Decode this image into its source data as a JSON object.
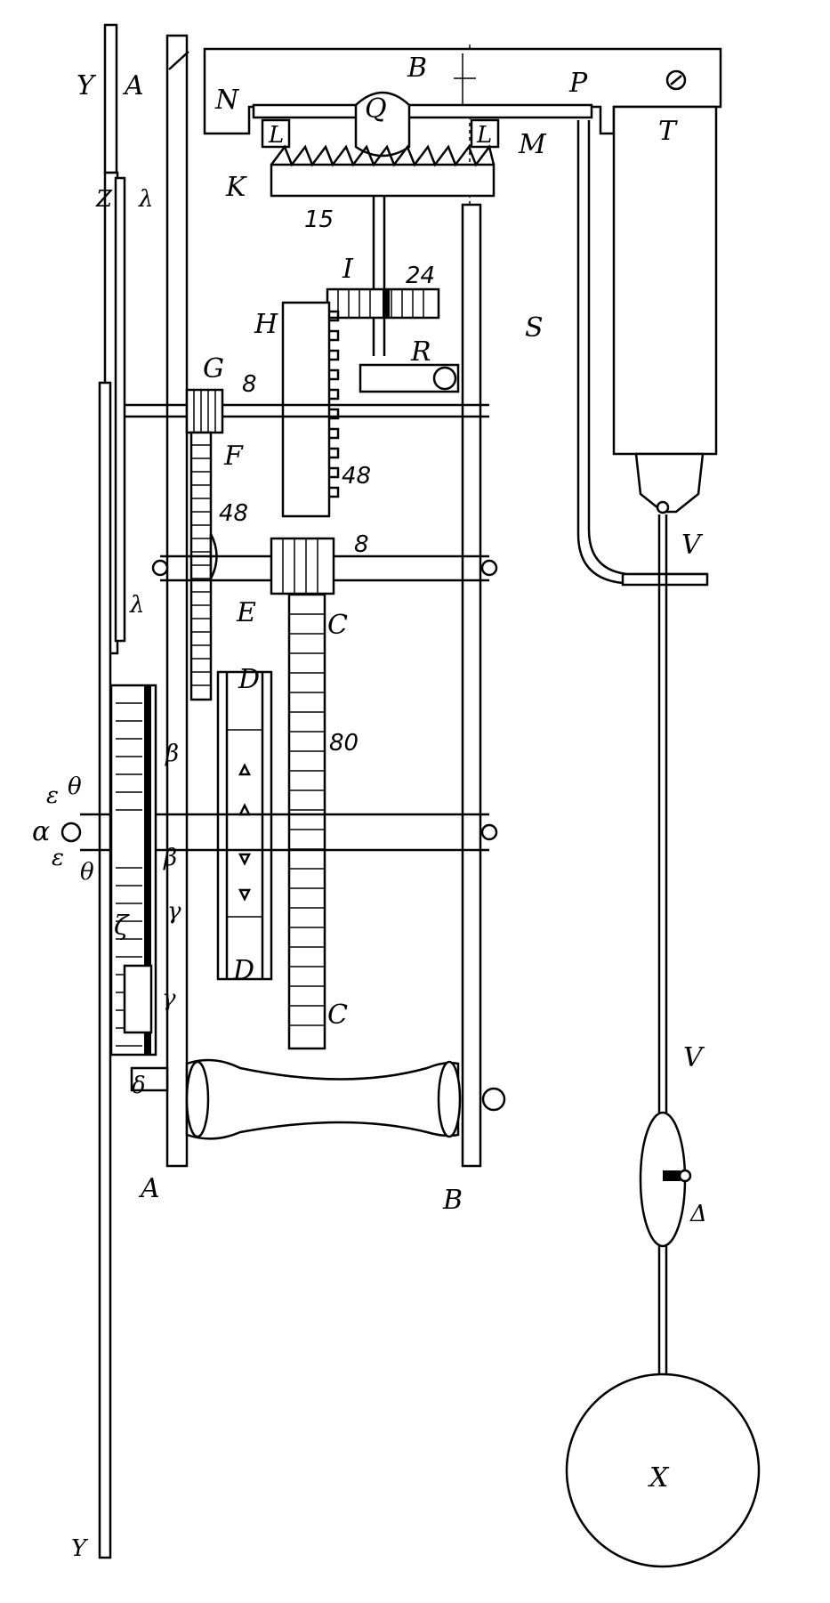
{
  "diagram": {
    "labels": {
      "Y_top": "Y",
      "A_top": "A",
      "B_top": "B",
      "N": "N",
      "Q": "Q",
      "P": "P",
      "T": "T",
      "L_left": "L",
      "L_right": "L",
      "M": "M",
      "K": "K",
      "Z": "Z",
      "lambda_top": "λ",
      "I": "I",
      "H": "H",
      "S": "S",
      "R": "R",
      "G": "G",
      "F": "F",
      "E": "E",
      "lambda_mid": "λ",
      "C_top": "C",
      "D_top": "D",
      "beta_top": "β",
      "epsilon_top": "ε",
      "theta_top": "θ",
      "alpha": "α",
      "epsilon_bottom": "ε",
      "theta_bottom": "θ",
      "beta_bottom": "β",
      "gamma_top": "γ",
      "zeta": "ζ",
      "gamma_bottom": "γ",
      "D_bottom": "D",
      "C_bottom": "C",
      "delta": "δ",
      "A_bottom": "A",
      "B_bottom": "B",
      "V_top": "V",
      "V_mid": "V",
      "Delta": "Δ",
      "X": "X",
      "Y_bottom": "Y"
    },
    "tooth_counts": {
      "crown_wheel_K": "15",
      "pinion_I": "24",
      "pinion_G": "8",
      "wheel_H": "48",
      "wheel_F": "48",
      "pinion_E": "8",
      "wheel_C": "80"
    }
  }
}
